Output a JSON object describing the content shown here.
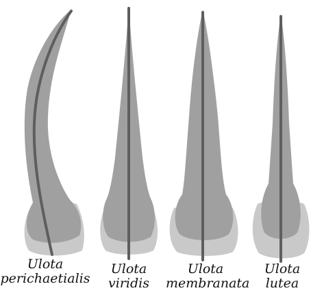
{
  "colors": {
    "background": "#ffffff",
    "leaf_inner": "#a0a0a0",
    "leaf_outer": "#c9c9c9",
    "costa": "#5e5e5e"
  },
  "leaves": [
    {
      "genus": "Ulota",
      "species": "perichaetialis"
    },
    {
      "genus": "Ulota",
      "species": "viridis"
    },
    {
      "genus": "Ulota",
      "species": "membranata"
    },
    {
      "genus": "Ulota",
      "species": "lutea"
    }
  ]
}
